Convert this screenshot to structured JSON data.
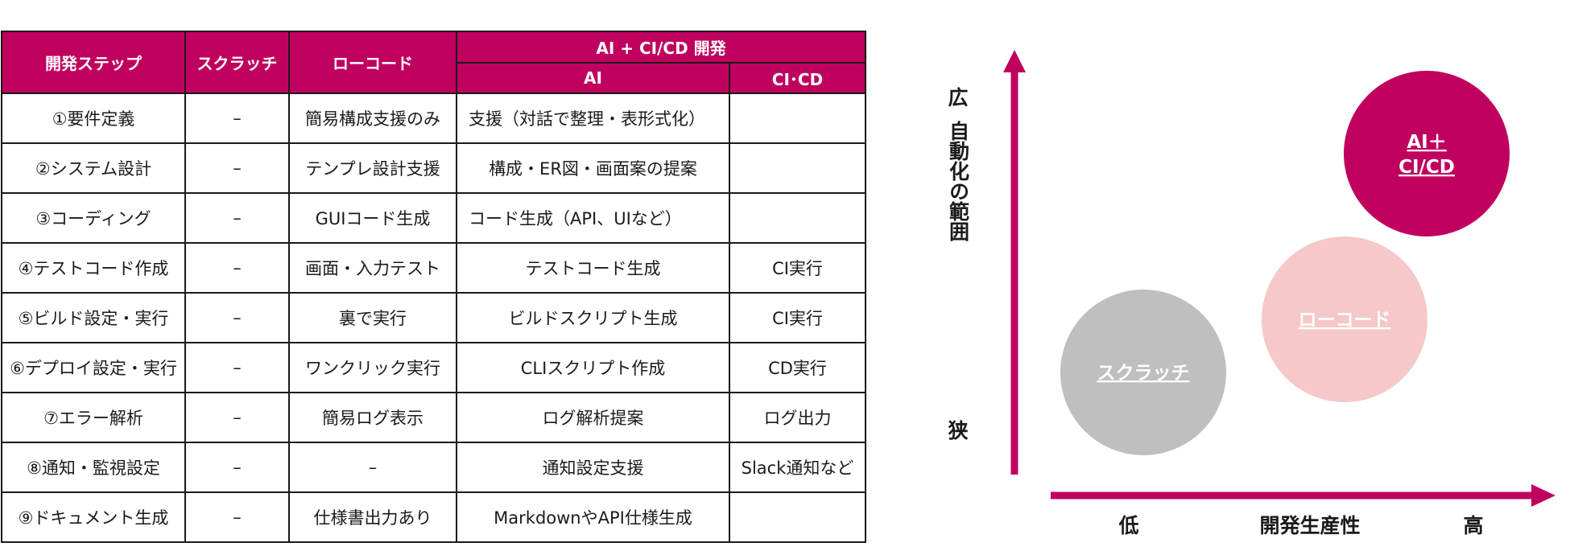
{
  "table": {
    "headers": {
      "step": "開発ステップ",
      "scratch": "スクラッチ",
      "lowcode": "ローコード",
      "group": "AI + CI/CD 開発",
      "ai": "AI",
      "cicd": "CI･CD"
    },
    "rows": [
      {
        "step": "①要件定義",
        "scratch": "–",
        "lowcode": "簡易構成支援のみ",
        "ai": "支援（対話で整理・表形式化）",
        "cicd": ""
      },
      {
        "step": "②システム設計",
        "scratch": "–",
        "lowcode": "テンプレ設計支援",
        "ai": "構成・ER図・画面案の提案",
        "cicd": ""
      },
      {
        "step": "③コーディング",
        "scratch": "–",
        "lowcode": "GUIコード生成",
        "ai": "コード生成（API、UIなど）",
        "cicd": ""
      },
      {
        "step": "④テストコード作成",
        "scratch": "–",
        "lowcode": "画面・入力テスト",
        "ai": "テストコード生成",
        "cicd": "CI実行"
      },
      {
        "step": "⑤ビルド設定・実行",
        "scratch": "–",
        "lowcode": "裏で実行",
        "ai": "ビルドスクリプト生成",
        "cicd": "CI実行"
      },
      {
        "step": "⑥デプロイ設定・実行",
        "scratch": "–",
        "lowcode": "ワンクリック実行",
        "ai": "CLIスクリプト作成",
        "cicd": "CD実行"
      },
      {
        "step": "⑦エラー解析",
        "scratch": "–",
        "lowcode": "簡易ログ表示",
        "ai": "ログ解析提案",
        "cicd": "ログ出力"
      },
      {
        "step": "⑧通知・監視設定",
        "scratch": "–",
        "lowcode": "–",
        "ai": "通知設定支援",
        "cicd": "Slack通知など"
      },
      {
        "step": "⑨ドキュメント生成",
        "scratch": "–",
        "lowcode": "仕様書出力あり",
        "ai": "MarkdownやAPI仕様生成",
        "cicd": ""
      }
    ]
  },
  "chart": {
    "y_axis": {
      "high": "広",
      "title": "自動化の範囲",
      "low": "狭"
    },
    "x_axis": {
      "low": "低",
      "title": "開発生産性",
      "high": "高"
    },
    "bubbles": [
      {
        "label": "スクラッチ",
        "color": "#bfbfbf",
        "x": 1,
        "y": 1
      },
      {
        "label": "ローコード",
        "color": "#f6c8c9",
        "x": 2,
        "y": 2
      },
      {
        "label_line1": "AI＋",
        "label_line2": "CI/CD",
        "color": "#c0005e",
        "x": 3,
        "y": 3
      }
    ],
    "axis_color": "#c0005e"
  }
}
